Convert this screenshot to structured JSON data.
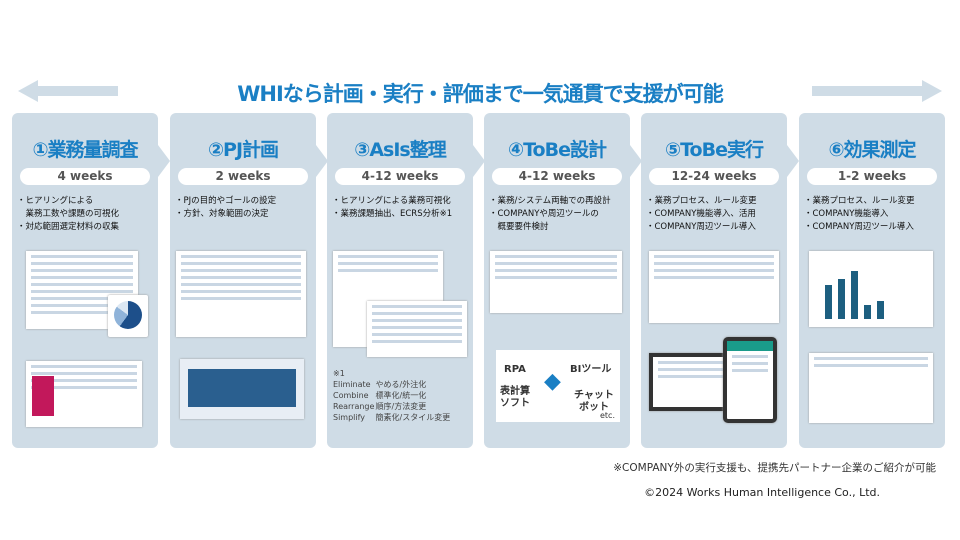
{
  "header": {
    "title": "WHIなら計画・実行・評価まで一気通貫で支援が可能"
  },
  "steps": [
    {
      "title": "①業務量調査",
      "duration": "4 weeks",
      "bullets": "・ヒアリングによる\n　業務工数や課題の可視化\n・対応範囲選定材料の収集"
    },
    {
      "title": "②PJ計画",
      "duration": "2 weeks",
      "bullets": "・PJの目的やゴールの設定\n・方針、対象範囲の決定"
    },
    {
      "title": "③AsIs整理",
      "duration": "4-12 weeks",
      "bullets": "・ヒアリングによる業務可視化\n・業務課題抽出、ECRS分析※1"
    },
    {
      "title": "④ToBe設計",
      "duration": "4-12 weeks",
      "bullets": "・業務/システム両軸での再設計\n・COMPANYや周辺ツールの\n　概要要件検討"
    },
    {
      "title": "⑤ToBe実行",
      "duration": "12-24 weeks",
      "bullets": "・業務プロセス、ルール変更\n・COMPANY機能導入、活用\n・COMPANY周辺ツール導入"
    },
    {
      "title": "⑥効果測定",
      "duration": "1-2 weeks",
      "bullets": "・業務プロセス、ルール変更\n・COMPANY機能導入\n・COMPANY周辺ツール導入"
    }
  ],
  "ecrs": {
    "mark": "※1",
    "rows": [
      {
        "term": "Eliminate",
        "desc": "やめる/外注化"
      },
      {
        "term": "Combine",
        "desc": "標準化/統一化"
      },
      {
        "term": "Rearrange",
        "desc": "順序/方法変更"
      },
      {
        "term": "Simplify",
        "desc": "簡素化/スタイル変更"
      }
    ]
  },
  "tools": {
    "rpa": "RPA",
    "bi": "BIツール",
    "sheet": "表計算\nソフト",
    "chatbot": "チャット\nボット",
    "etc": "etc."
  },
  "footer": {
    "note": "※COMPANY外の実行支援も、提携先パートナー企業のご紹介が可能",
    "copyright": "©2024 Works Human Intelligence Co., Ltd."
  },
  "colors": {
    "accent": "#1a7fc4",
    "card": "#cfdce6"
  }
}
